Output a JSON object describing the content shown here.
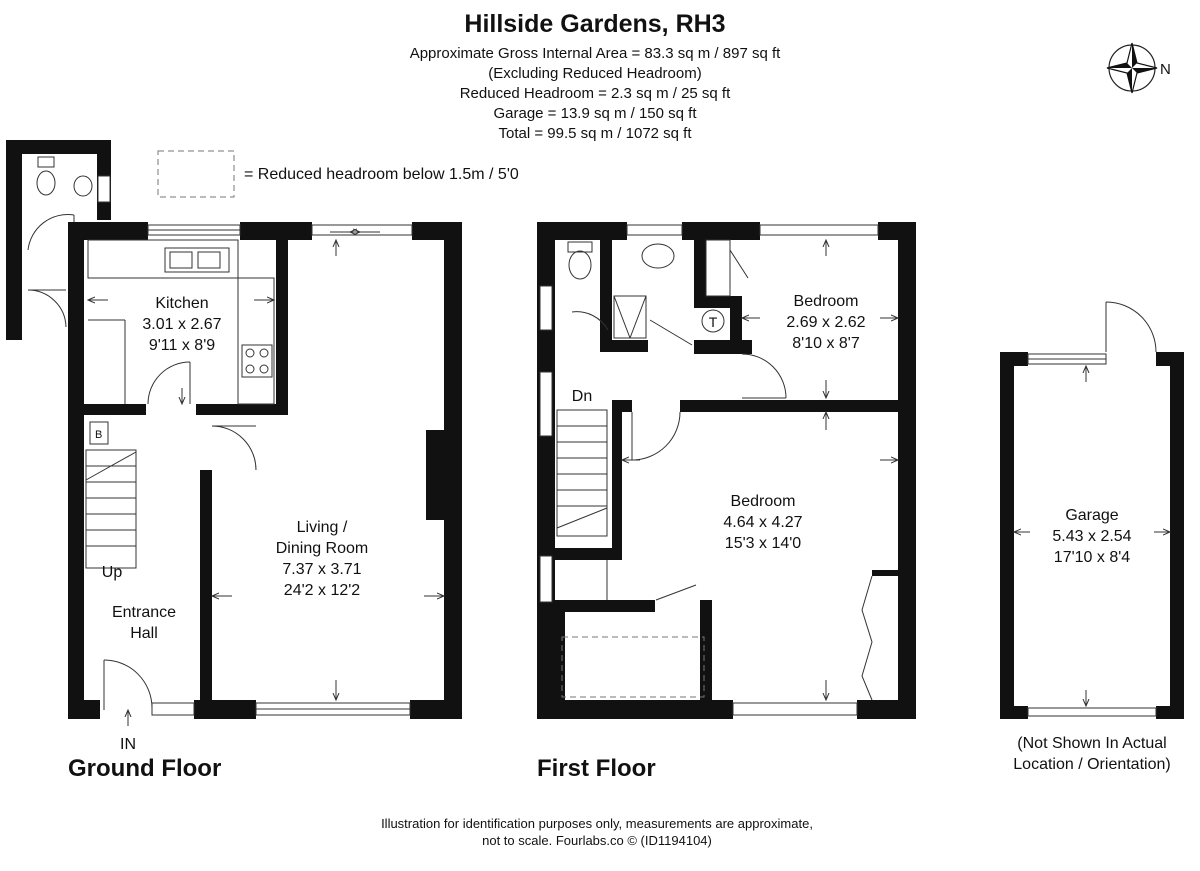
{
  "header": {
    "title": "Hillside Gardens, RH3",
    "area_lines": [
      "Approximate Gross Internal Area = 83.3 sq m / 897 sq ft",
      "(Excluding Reduced Headroom)",
      "Reduced Headroom = 2.3 sq m / 25 sq ft",
      "Garage = 13.9 sq m / 150 sq ft",
      "Total = 99.5 sq m / 1072 sq ft"
    ]
  },
  "compass": {
    "label": "N"
  },
  "legend": {
    "text": "= Reduced headroom below 1.5m / 5'0"
  },
  "floors": {
    "ground": {
      "label": "Ground Floor",
      "entry_label": "IN",
      "stairs_label": "Up",
      "boiler_label": "B",
      "rooms": {
        "kitchen": {
          "name": "Kitchen",
          "metric": "3.01 x 2.67",
          "imperial": "9'11 x 8'9"
        },
        "living": {
          "name_line1": "Living /",
          "name_line2": "Dining Room",
          "metric": "7.37 x 3.71",
          "imperial": "24'2 x 12'2"
        },
        "hall": {
          "name_line1": "Entrance",
          "name_line2": "Hall"
        }
      }
    },
    "first": {
      "label": "First Floor",
      "stairs_label": "Dn",
      "tank_label": "T",
      "rooms": {
        "bedroom_small": {
          "name": "Bedroom",
          "metric": "2.69 x 2.62",
          "imperial": "8'10 x 8'7"
        },
        "bedroom_large": {
          "name": "Bedroom",
          "metric": "4.64 x 4.27",
          "imperial": "15'3 x 14'0"
        }
      }
    },
    "garage": {
      "name": "Garage",
      "metric": "5.43 x 2.54",
      "imperial": "17'10 x 8'4",
      "note_line1": "(Not Shown In Actual",
      "note_line2": "Location / Orientation)"
    }
  },
  "footer": {
    "line1": "Illustration for identification purposes only, measurements are approximate,",
    "line2": "not to scale. Fourlabs.co © (ID1194104)"
  }
}
